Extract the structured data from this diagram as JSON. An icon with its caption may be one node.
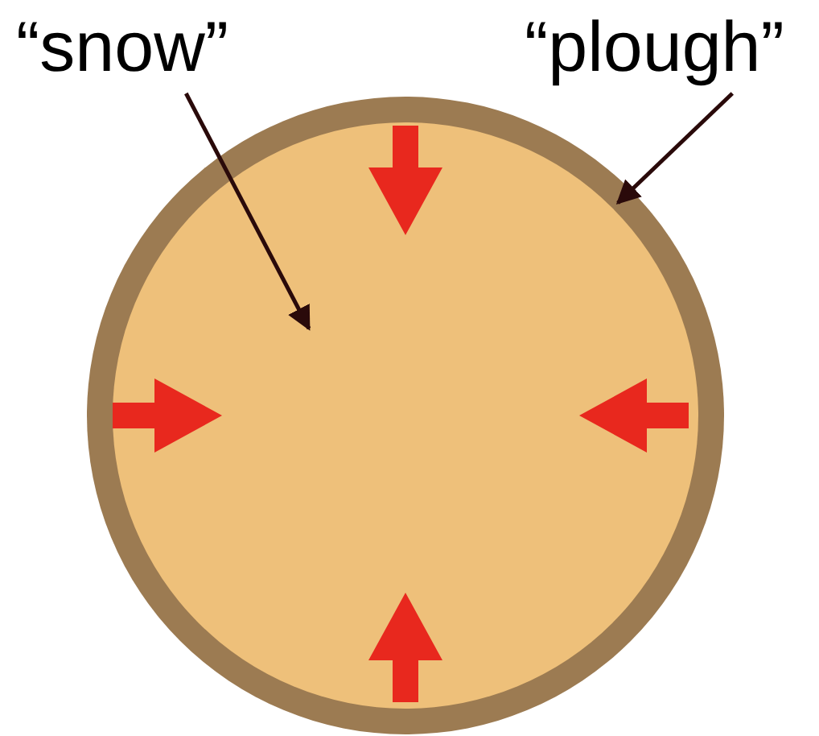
{
  "diagram": {
    "nodes": [
      {
        "text": [
          "“snow”"
        ]
      },
      {
        "text": [
          "“plough”"
        ]
      },
      {
        "text": [],
        "shape": "circle"
      },
      {
        "text": [],
        "shape": "circle",
        "in": 2
      }
    ],
    "edges": [
      {
        "from": 0,
        "to": 3,
        "arrow": "to"
      },
      {
        "from": 1,
        "to": 2,
        "arrow": "to"
      }
    ]
  }
}
